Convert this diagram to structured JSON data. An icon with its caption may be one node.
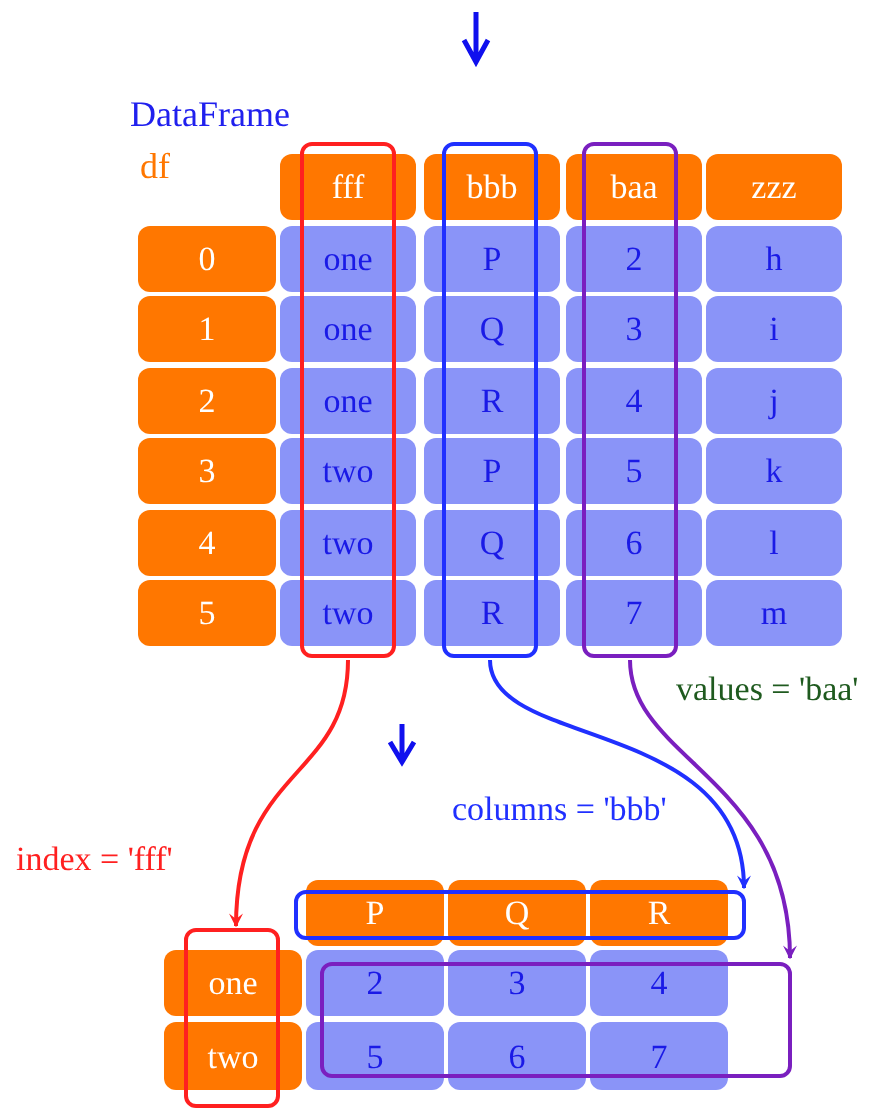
{
  "diagram": {
    "nodes": [
      {
        "text": [
          "fff"
        ]
      },
      {
        "text": [
          "bbb"
        ]
      },
      {
        "text": [
          "baa"
        ]
      },
      {
        "text": [
          "zzz"
        ]
      },
      {
        "text": [
          "0"
        ]
      },
      {
        "text": [
          "one"
        ]
      },
      {
        "text": [
          "P"
        ]
      },
      {
        "text": [
          "2"
        ]
      },
      {
        "text": [
          "h"
        ]
      },
      {
        "text": [
          "1"
        ]
      },
      {
        "text": [
          "one"
        ]
      },
      {
        "text": [
          "Q"
        ]
      },
      {
        "text": [
          "3"
        ]
      },
      {
        "text": [
          "i"
        ]
      },
      {
        "text": [
          "2"
        ]
      },
      {
        "text": [
          "one"
        ]
      },
      {
        "text": [
          "R"
        ]
      },
      {
        "text": [
          "4"
        ]
      },
      {
        "text": [
          "j"
        ]
      },
      {
        "text": [
          "3"
        ]
      },
      {
        "text": [
          "two"
        ]
      },
      {
        "text": [
          "P"
        ]
      },
      {
        "text": [
          "5"
        ]
      },
      {
        "text": [
          "k"
        ]
      },
      {
        "text": [
          "4"
        ]
      },
      {
        "text": [
          "two"
        ]
      },
      {
        "text": [
          "Q"
        ]
      },
      {
        "text": [
          "6"
        ]
      },
      {
        "text": [
          "l"
        ]
      },
      {
        "text": [
          "5"
        ]
      },
      {
        "text": [
          "two"
        ]
      },
      {
        "text": [
          "R"
        ]
      },
      {
        "text": [
          "7"
        ]
      },
      {
        "text": [
          "m"
        ]
      },
      {
        "text": [
          "P"
        ]
      },
      {
        "text": [
          "Q"
        ]
      },
      {
        "text": [
          "R"
        ]
      },
      {
        "text": [
          "one"
        ]
      },
      {
        "text": [
          "2"
        ]
      },
      {
        "text": [
          "3"
        ]
      },
      {
        "text": [
          "4"
        ]
      },
      {
        "text": [
          "two"
        ]
      },
      {
        "text": [
          "5"
        ]
      },
      {
        "text": [
          "6"
        ]
      },
      {
        "text": [
          "7"
        ]
      },
      {
        "text": [],
        "shape": "box"
      },
      {
        "text": [],
        "shape": "box"
      },
      {
        "text": [],
        "shape": "box"
      },
      {
        "text": [],
        "shape": "box"
      },
      {
        "text": [],
        "shape": "box"
      },
      {
        "text": [],
        "shape": "box"
      }
    ],
    "edges": [
      {
        "from": 45,
        "to": 48,
        "arrow": "to",
        "label": "index = 'fff'",
        "color": "#ff2020"
      },
      {
        "from": 46,
        "to": 49,
        "arrow": "to",
        "label": "columns = 'bbb'",
        "color": "#2030ff"
      },
      {
        "from": 47,
        "to": 50,
        "arrow": "to",
        "label": "values = 'baa'",
        "color": "#7a1fbf"
      }
    ],
    "labels": [
      "DataFrame",
      "df"
    ]
  }
}
